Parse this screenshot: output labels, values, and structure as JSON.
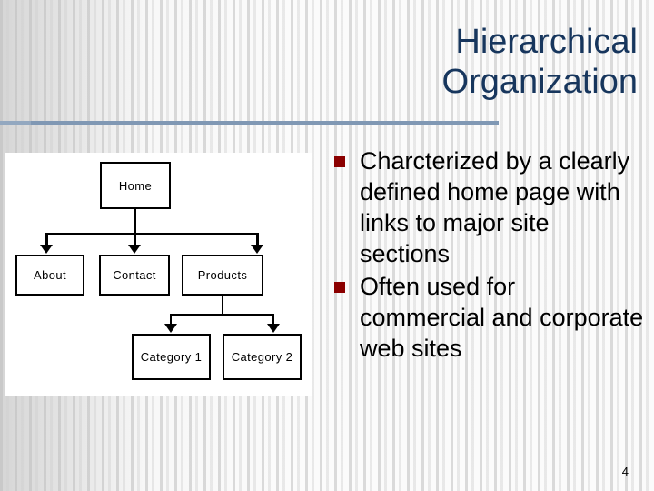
{
  "slide": {
    "title": "Hierarchical\nOrganization",
    "page_number": "4",
    "colors": {
      "title": "#17365d",
      "divider": "#8098b4",
      "bullet_marker": "#8b0000",
      "body_text": "#000000",
      "panel_background": "#ffffff"
    }
  },
  "bullets": [
    {
      "marker": "square-bullet",
      "text": "Charcterized by a clearly defined home page with links to major site sections"
    },
    {
      "marker": "square-bullet",
      "text": "Often used for commercial and corporate web sites"
    }
  ],
  "diagram": {
    "type": "hierarchy-tree",
    "nodes": {
      "home": "Home",
      "about": "About",
      "contact": "Contact",
      "products": "Products",
      "category1": "Category 1",
      "category2": "Category 2"
    },
    "edges": [
      "home->about",
      "home->contact",
      "home->products",
      "products->category1",
      "products->category2"
    ]
  }
}
